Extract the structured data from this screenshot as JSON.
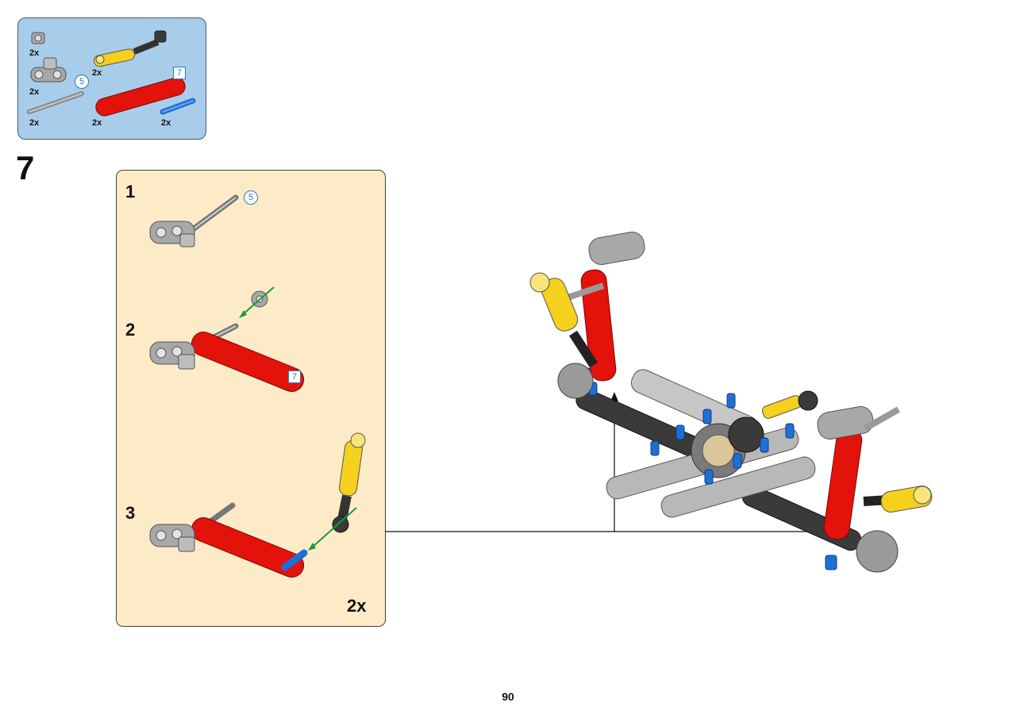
{
  "parts_list": {
    "items": [
      {
        "name": "axle-connector-gray",
        "qty": "2x"
      },
      {
        "name": "pin-connector-double-gray",
        "qty": "2x"
      },
      {
        "name": "shock-absorber-yellow",
        "qty": "2x"
      },
      {
        "name": "axle-gray",
        "qty": "2x",
        "length": "5"
      },
      {
        "name": "beam-red",
        "qty": "2x",
        "length": "7"
      },
      {
        "name": "pin-blue",
        "qty": "2x"
      }
    ]
  },
  "step": {
    "number": "7",
    "substeps": [
      {
        "number": "1",
        "axle_length": "5"
      },
      {
        "number": "2",
        "beam_length": "7"
      },
      {
        "number": "3"
      }
    ],
    "multiplier": "2x"
  },
  "page": {
    "number": "90"
  },
  "colors": {
    "parts_bg": "#a8cdea",
    "subpanel_bg": "#fdebc7",
    "red": "#e3120b",
    "yellow": "#f5d01c",
    "blue": "#1f6fd6",
    "gray": "#a8a8a8",
    "dark": "#3a3a3a",
    "arrow": "#1a9a3a",
    "callout": "#2a7ab8"
  }
}
